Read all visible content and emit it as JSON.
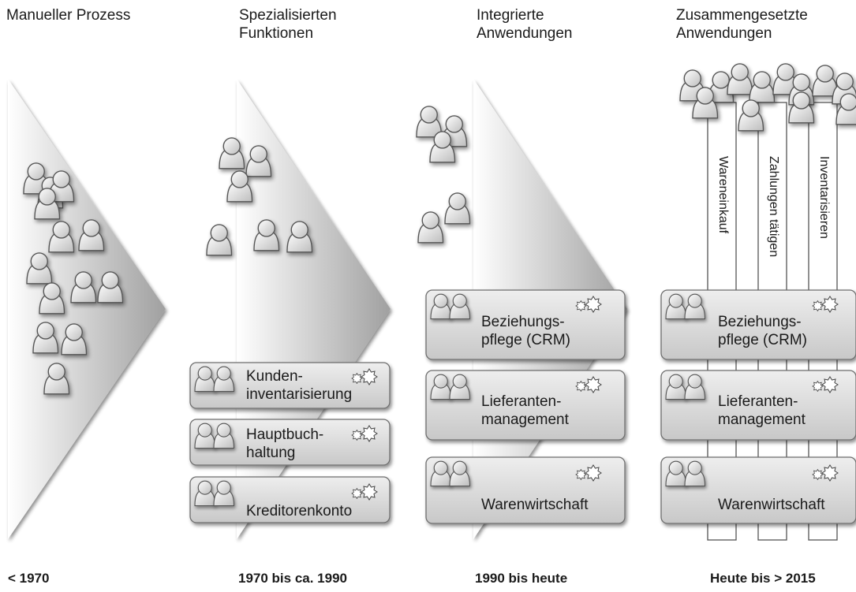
{
  "columns": [
    {
      "title_lines": [
        "Manueller Prozess"
      ],
      "era": "< 1970"
    },
    {
      "title_lines": [
        "Spezialisierten",
        "Funktionen"
      ],
      "era": "1970 bis ca. 1990",
      "boxes": [
        {
          "lines": [
            "Kunden-",
            "inventarisierung"
          ]
        },
        {
          "lines": [
            "Hauptbuch-",
            "haltung"
          ]
        },
        {
          "lines": [
            "Kreditorenkonto"
          ]
        }
      ]
    },
    {
      "title_lines": [
        "Integrierte",
        "Anwendungen"
      ],
      "era": "1990 bis heute",
      "boxes": [
        {
          "lines": [
            "Beziehungs-",
            "pflege (CRM)"
          ]
        },
        {
          "lines": [
            "Lieferanten-",
            "management"
          ]
        },
        {
          "lines": [
            "Warenwirtschaft"
          ]
        }
      ]
    },
    {
      "title_lines": [
        "Zusammengesetzte",
        "Anwendungen"
      ],
      "era": "Heute bis > 2015",
      "boxes": [
        {
          "lines": [
            "Beziehungs-",
            "pflege (CRM)"
          ]
        },
        {
          "lines": [
            "Lieferanten-",
            "management"
          ]
        },
        {
          "lines": [
            "Warenwirtschaft"
          ]
        }
      ],
      "processes": [
        "Wareneinkauf",
        "Zahlungen tätigen",
        "Inventarisieren"
      ]
    }
  ],
  "icons": {
    "person": "person-icon",
    "gears": "gears-icon"
  },
  "colors": {
    "box_fill": "#d9d9d9",
    "box_stroke": "#6e6e6e",
    "triangle_dark": "#9a9a9a",
    "triangle_light": "#ffffff"
  }
}
